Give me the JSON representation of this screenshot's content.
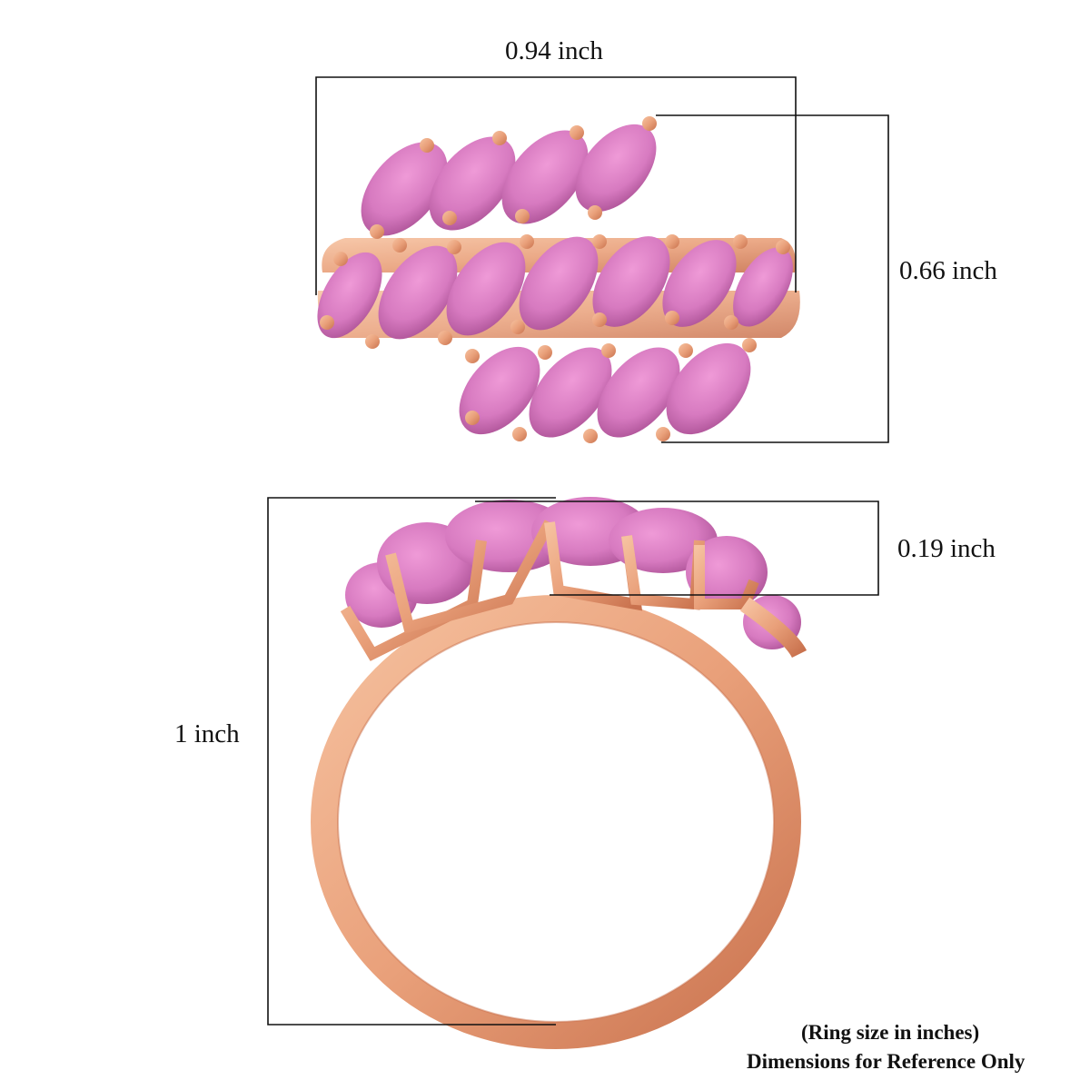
{
  "dimensions": {
    "width_label": "0.94 inch",
    "length_label": "0.66 inch",
    "height_label": "0.19 inch",
    "ring_height_label": "1 inch"
  },
  "notes": {
    "line1": "(Ring size in inches)",
    "line2": "Dimensions for Reference Only"
  },
  "colors": {
    "gold": "#e9a07a",
    "gold_dark": "#c9724e",
    "gem": "#d77ac0",
    "gem_dark": "#b5589f",
    "line": "#111111"
  }
}
